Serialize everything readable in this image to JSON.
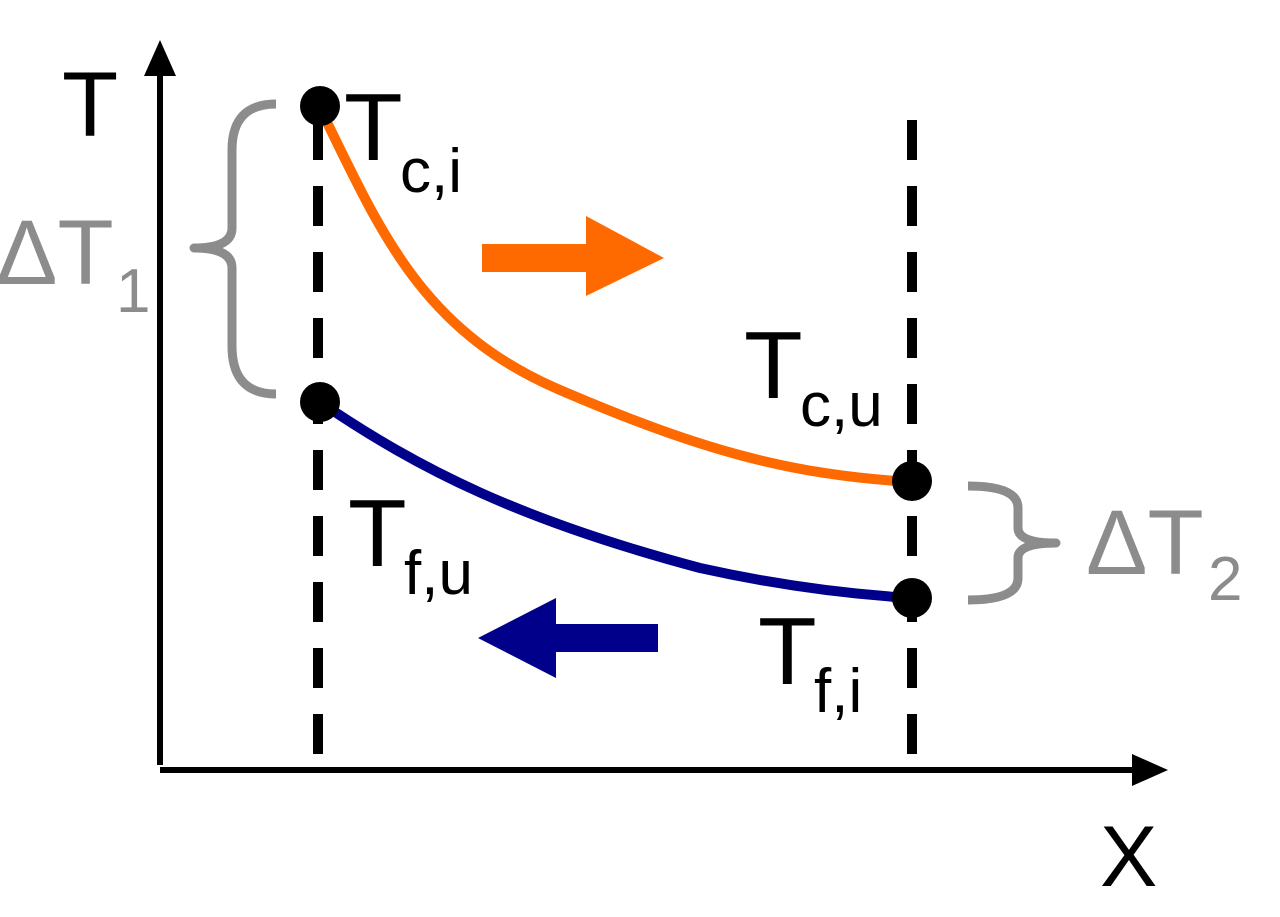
{
  "axes": {
    "y_label": "T",
    "x_label": "X"
  },
  "points": {
    "hot_in": {
      "main": "T",
      "sub": "c,i"
    },
    "hot_out": {
      "main": "T",
      "sub": "c,u"
    },
    "cold_out": {
      "main": "T",
      "sub": "f,u"
    },
    "cold_in": {
      "main": "T",
      "sub": "f,i"
    }
  },
  "differences": {
    "left": {
      "main": "ΔT",
      "sub": "1"
    },
    "right": {
      "main": "ΔT",
      "sub": "2"
    }
  },
  "colors": {
    "hot_stream": "#ff6a00",
    "cold_stream": "#00008b",
    "bracket": "#8c8c8c",
    "ink": "#000000"
  }
}
